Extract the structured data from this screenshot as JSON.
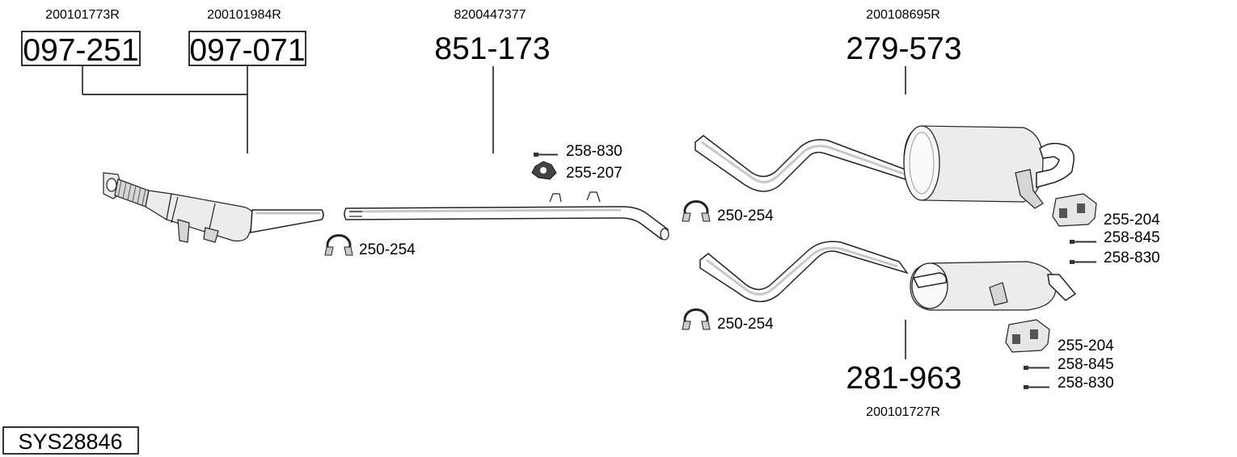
{
  "system": {
    "code": "SYS28846"
  },
  "parts": {
    "p097251": {
      "number": "097-251",
      "oem": "200101773R"
    },
    "p097071": {
      "number": "097-071",
      "oem": "200101984R"
    },
    "p851173": {
      "number": "851-173",
      "oem": "8200447377"
    },
    "p279573": {
      "number": "279-573",
      "oem": "200108695R"
    },
    "p281963": {
      "number": "281-963",
      "oem": "200101727R"
    }
  },
  "accessories": {
    "clamp_a": "250-254",
    "clamp_b": "250-254",
    "clamp_c": "250-254",
    "bolt_mid": "258-830",
    "rubber_mid": "255-207",
    "rubber_upper": "255-204",
    "bolt_upper_1": "258-845",
    "bolt_upper_2": "258-830",
    "rubber_lower": "255-204",
    "bolt_lower_1": "258-845",
    "bolt_lower_2": "258-830"
  }
}
